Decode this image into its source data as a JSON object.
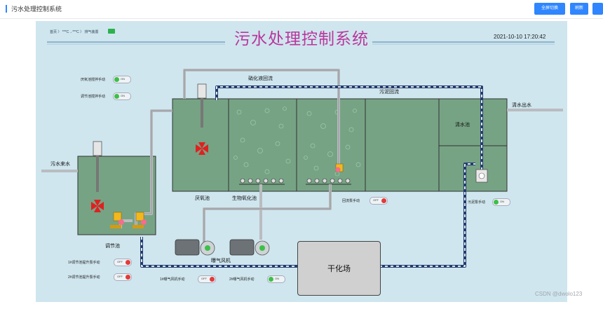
{
  "header": {
    "title": "污水处理控制系统",
    "buttons": {
      "fullscreen": "全屏切换",
      "refresh": "刷新"
    }
  },
  "scada": {
    "title": "污水处理控制系统",
    "breadcrumb": "首页 〉 ***C→***C 〉 排气装置",
    "datetime": "2021-10-10 17:20:42",
    "tanks": {
      "anoxic": "厌氧池",
      "bio": "生物氧化池",
      "clear": "清水池",
      "regulating": "调节池",
      "drying": "干化场"
    },
    "flows": {
      "nitrate_return": "硝化液回流",
      "sludge_return": "污泥回流",
      "clean_out": "清水出水",
      "sewage_in": "污水来水"
    },
    "equipment": {
      "aeration_fan": "曝气风机"
    },
    "controls": [
      {
        "label": "厌氧池搅拌手动",
        "state": "ON",
        "on": true
      },
      {
        "label": "调节池搅拌手动",
        "state": "ON",
        "on": true
      },
      {
        "label": "回流泵手动",
        "state": "OFF",
        "on": false
      },
      {
        "label": "污泥泵手动",
        "state": "ON",
        "on": true
      },
      {
        "label": "1#调节池提升泵手动",
        "state": "OFF",
        "on": false
      },
      {
        "label": "2#调节池提升泵手动",
        "state": "OFF",
        "on": false
      },
      {
        "label": "1#曝气风机手动",
        "state": "OFF",
        "on": false
      },
      {
        "label": "2#曝气风机手动",
        "state": "ON",
        "on": true
      }
    ]
  },
  "watermark": "CSDN @dwolo123",
  "colors": {
    "accent": "#2f86ff",
    "title": "#b9379c",
    "tank": "#76a384",
    "on": "#3cc04a",
    "off": "#e23b3b"
  }
}
